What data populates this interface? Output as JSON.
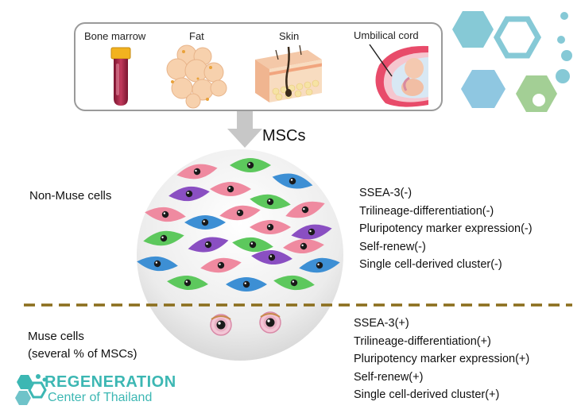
{
  "sources": {
    "bone_marrow": "Bone marrow",
    "fat": "Fat",
    "skin": "Skin",
    "umbilical_cord": "Umbilical cord"
  },
  "center_label": "MSCs",
  "non_muse": {
    "label": "Non-Muse cells",
    "properties": [
      "SSEA-3(-)",
      "Trilineage-differentiation(-)",
      "Pluripotency marker expression(-)",
      "Self-renew(-)",
      "Single cell-derived cluster(-)"
    ]
  },
  "muse": {
    "label_line1": "Muse cells",
    "label_line2": "(several % of MSCs)",
    "properties": [
      "SSEA-3(+)",
      "Trilineage-differentiation(+)",
      "Pluripotency marker expression(+)",
      "Self-renew(+)",
      "Single cell-derived cluster(+)"
    ]
  },
  "logo": {
    "title": "REGENERATION",
    "subtitle": "Center of Thailand"
  },
  "colors": {
    "cell_green": "#5dc85d",
    "cell_blue": "#3d8fd4",
    "cell_pink": "#ef8aa0",
    "cell_purple": "#8a4fc2",
    "divider": "#8b6e1c",
    "accent": "#3cb7b3"
  }
}
